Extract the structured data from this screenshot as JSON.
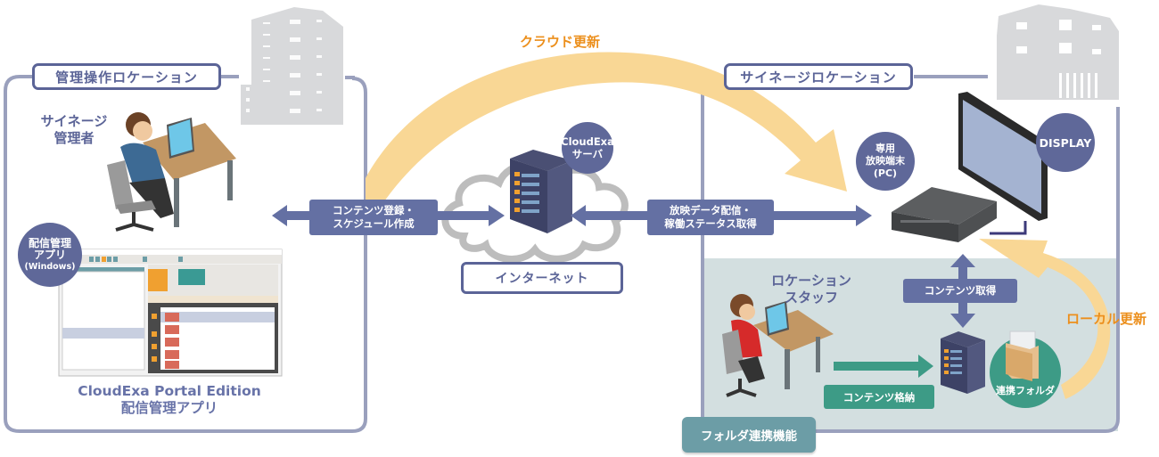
{
  "left_location": {
    "label": "管理操作ロケーション",
    "role": [
      "サイネージ",
      "管理者"
    ],
    "app_badge": [
      "配信管理",
      "アプリ",
      "(Windows)"
    ],
    "app_title": [
      "CloudExa Portal Edition",
      "配信管理アプリ"
    ]
  },
  "center": {
    "cloud_update": "クラウド更新",
    "server_badge": [
      "CloudExa",
      "サーバ"
    ],
    "internet_label": "インターネット",
    "left_flow": [
      "コンテンツ登録・",
      "スケジュール作成"
    ],
    "right_flow": [
      "放映データ配信・",
      "稼働ステータス取得"
    ]
  },
  "right_location": {
    "label": "サイネージロケーション",
    "pc_badge": [
      "専用",
      "放映端末",
      "(PC)"
    ],
    "display_badge": "DISPLAY",
    "staff_role": [
      "ロケーション",
      "スタッフ"
    ],
    "content_fetch": "コンテンツ取得",
    "content_store": "コンテンツ格納",
    "linked_folder": "連携フォルダ",
    "local_update": "ローカル更新",
    "folder_feature": "フォルダ連携機能"
  },
  "colors": {
    "primary": "#5b6497",
    "update_arrow": "#f9d795",
    "update_text": "#ec8f1c",
    "green": "#3d9b86",
    "folder_panel": "#d3dfe0",
    "folder_tab": "#6c9da6",
    "frame": "#9aa0bd"
  }
}
